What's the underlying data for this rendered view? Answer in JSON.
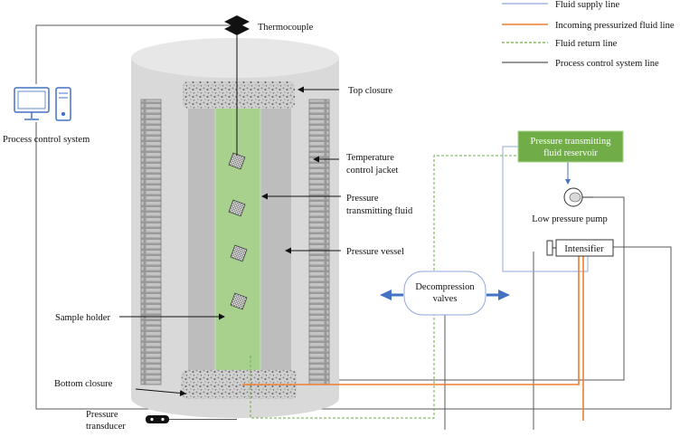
{
  "legend": {
    "fluid_supply": "Fluid supply line",
    "incoming_pressurized": "Incoming pressurized fluid line",
    "fluid_return": "Fluid return line",
    "process_control": "Process control system line"
  },
  "labels": {
    "thermocouple": "Thermocouple",
    "top_closure": "Top closure",
    "temperature_jacket_1": "Temperature",
    "temperature_jacket_2": "control jacket",
    "ptf_1": "Pressure",
    "ptf_2": "transmitting fluid",
    "pressure_vessel": "Pressure vessel",
    "sample_holder": "Sample holder",
    "bottom_closure": "Bottom closure",
    "transducer_1": "Pressure",
    "transducer_2": "transducer",
    "process_control_system": "Process control system",
    "reservoir_1": "Pressure transmitting",
    "reservoir_2": "fluid reservoir",
    "low_pressure_pump": "Low pressure pump",
    "intensifier": "Intensifier",
    "decompression_1": "Decompression",
    "decompression_2": "valves"
  },
  "colors": {
    "fluid_supply": "#8ea9db",
    "incoming_pressurized": "#ed7d31",
    "fluid_return": "#70ad47",
    "process_control": "#595959",
    "reservoir_fill": "#70ad47",
    "computer_icon": "#4472c4",
    "arrow_blue": "#4472c4"
  }
}
